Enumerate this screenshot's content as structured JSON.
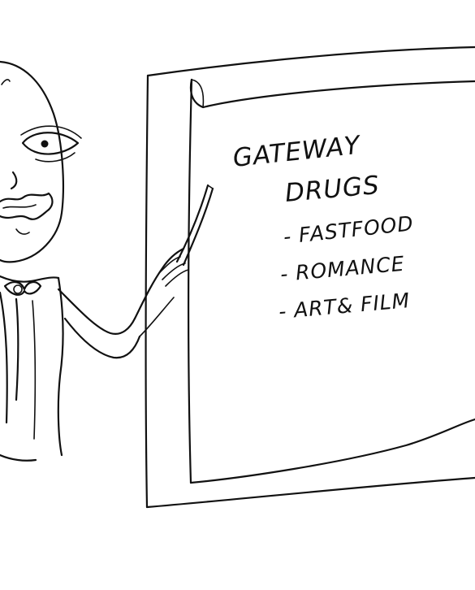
{
  "board": {
    "title_line1": "GATEWAY",
    "title_line2": "DRUGS",
    "items": [
      "- FASTFOOD",
      "- ROMANCE",
      "- ART& FILM"
    ]
  },
  "colors": {
    "ink": "#111111",
    "paper": "#ffffff"
  }
}
